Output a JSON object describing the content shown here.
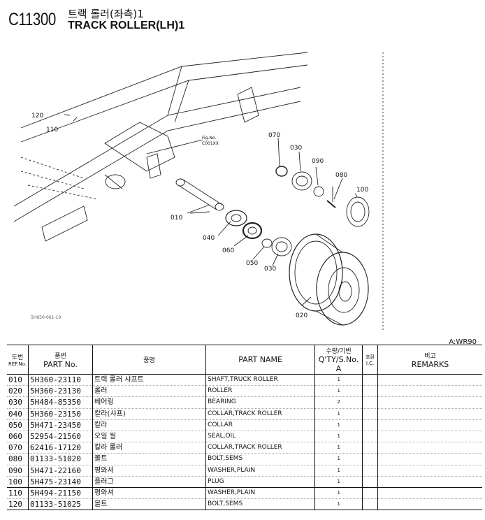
{
  "header": {
    "code": "C11300",
    "title_ko": "트랙 롤러(좌측)1",
    "title_en": "TRACK ROLLER(LH)1"
  },
  "figure": {
    "callouts": {
      "c120": "120",
      "c110": "110",
      "c070": "070",
      "c030a": "030",
      "c090": "090",
      "c080": "080",
      "c100": "100",
      "c010": "010",
      "c040": "040",
      "c060": "060",
      "c050": "050",
      "c030b": "030",
      "c020": "020"
    },
    "figno_label": "Fig.No.",
    "figno_value": "C001XX",
    "illustration_id": "5H650-061-10"
  },
  "revision": "A:WR90",
  "table": {
    "headers": {
      "no_ko": "도번",
      "no_en": "REF.No.",
      "part_ko": "품번",
      "part_en": "PART No.",
      "name_ko": "품명",
      "name_en": "PART NAME",
      "qty_ko": "수량/기번",
      "qty_en": "Q'TY/S.No.",
      "qty_col": "A",
      "ic_ko": "호환",
      "ic_en": "I.C.",
      "rem_ko": "비고",
      "rem_en": "REMARKS"
    },
    "rows": [
      {
        "ref": "010",
        "part": "5H360-23110",
        "name_ko": "트랙 롤러 샤프트",
        "name_en": "SHAFT,TRUCK ROLLER",
        "qty": "1",
        "ic": "",
        "remarks": ""
      },
      {
        "ref": "020",
        "part": "5H360-23130",
        "name_ko": "롤러",
        "name_en": "ROLLER",
        "qty": "1",
        "ic": "",
        "remarks": ""
      },
      {
        "ref": "030",
        "part": "5H484-85350",
        "name_ko": "베어링",
        "name_en": "BEARING",
        "qty": "2",
        "ic": "",
        "remarks": ""
      },
      {
        "ref": "040",
        "part": "5H360-23150",
        "name_ko": "칼라(샤프)",
        "name_en": "COLLAR,TRACK ROLLER",
        "qty": "1",
        "ic": "",
        "remarks": ""
      },
      {
        "ref": "050",
        "part": "5H471-23450",
        "name_ko": "칼라",
        "name_en": "COLLAR",
        "qty": "1",
        "ic": "",
        "remarks": ""
      },
      {
        "ref": "060",
        "part": "52954-21560",
        "name_ko": "오일 씰",
        "name_en": "SEAL,OIL",
        "qty": "1",
        "ic": "",
        "remarks": ""
      },
      {
        "ref": "070",
        "part": "62416-17120",
        "name_ko": "칼라 롤러",
        "name_en": "COLLAR,TRACK ROLLER",
        "qty": "1",
        "ic": "",
        "remarks": ""
      },
      {
        "ref": "080",
        "part": "01133-51020",
        "name_ko": "볼트",
        "name_en": "BOLT,SEMS",
        "qty": "1",
        "ic": "",
        "remarks": ""
      },
      {
        "ref": "090",
        "part": "5H471-22160",
        "name_ko": "평와셔",
        "name_en": "WASHER,PLAIN",
        "qty": "1",
        "ic": "",
        "remarks": ""
      },
      {
        "ref": "100",
        "part": "5H475-23140",
        "name_ko": "플러그",
        "name_en": "PLUG",
        "qty": "1",
        "ic": "",
        "remarks": ""
      },
      {
        "ref": "110",
        "part": "5H494-21150",
        "name_ko": "평와셔",
        "name_en": "WASHER,PLAIN",
        "qty": "1",
        "ic": "",
        "remarks": ""
      },
      {
        "ref": "120",
        "part": "01133-51025",
        "name_ko": "볼트",
        "name_en": "BOLT,SEMS",
        "qty": "1",
        "ic": "",
        "remarks": ""
      }
    ]
  }
}
